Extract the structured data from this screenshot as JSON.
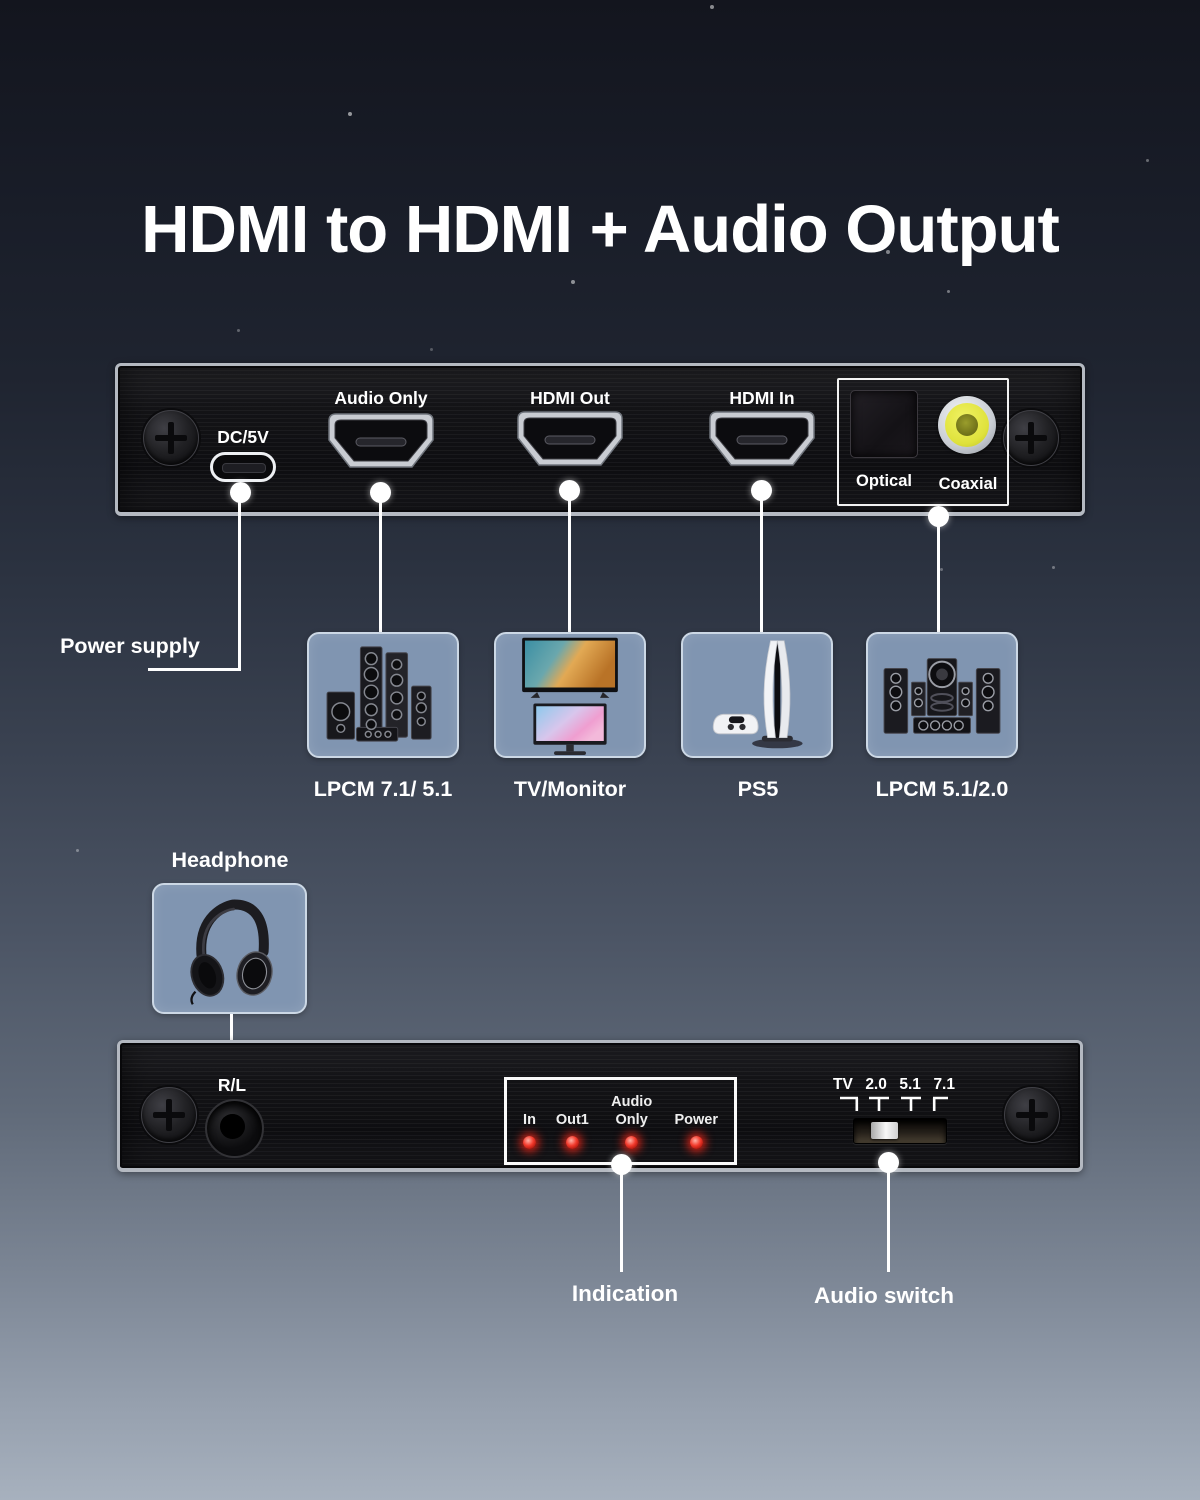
{
  "title": "HDMI to HDMI + Audio Output",
  "top_panel": {
    "dc_port_label": "DC/5V",
    "hdmi_ports": [
      {
        "label": "Audio Only"
      },
      {
        "label": "HDMI Out"
      },
      {
        "label": "HDMI In"
      }
    ],
    "optical_label": "Optical",
    "coaxial_label": "Coaxial"
  },
  "callouts": {
    "power_supply": "Power supply",
    "headphone": "Headphone",
    "indication": "Indication",
    "audio_switch": "Audio switch"
  },
  "devices": [
    {
      "label": "LPCM 7.1/ 5.1",
      "icon": "speaker-towers"
    },
    {
      "label": "TV/Monitor",
      "icon": "tv-and-monitor"
    },
    {
      "label": "PS5",
      "icon": "ps5-console"
    },
    {
      "label": "LPCM 5.1/2.0",
      "icon": "home-theater-system"
    }
  ],
  "bottom_panel": {
    "headphone_jack_label": "R/L",
    "indication_leds": [
      {
        "label": "In"
      },
      {
        "label": "Out1"
      },
      {
        "label": "Audio Only"
      },
      {
        "label": "Power"
      }
    ],
    "audio_switch_positions": [
      {
        "label": "TV"
      },
      {
        "label": "2.0"
      },
      {
        "label": "5.1"
      },
      {
        "label": "7.1"
      }
    ]
  },
  "colors": {
    "background_top": "#13151e",
    "background_bottom": "#a7b1be",
    "device_box_fill": "#8095b1",
    "led_red": "#ee2417",
    "coaxial_yellow": "#dfe23c",
    "connector_line": "#ffffff"
  }
}
